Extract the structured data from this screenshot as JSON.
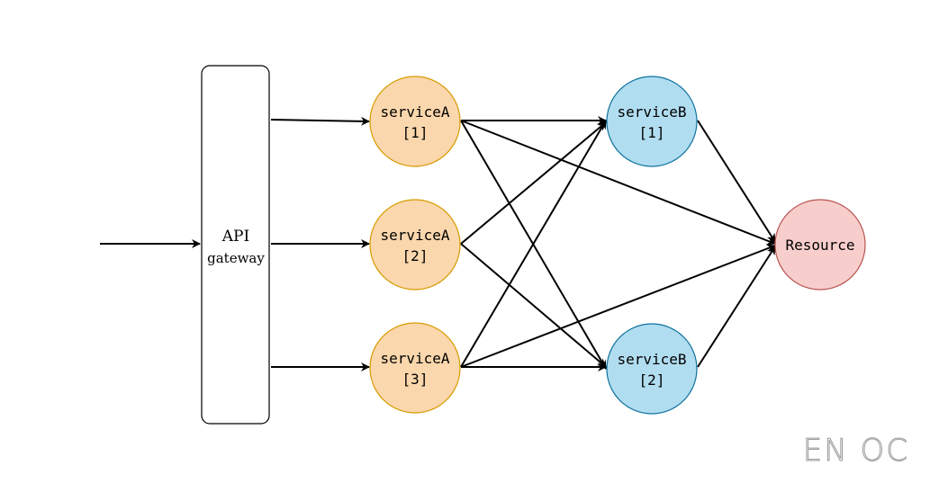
{
  "gateway": {
    "line1": "API",
    "line2": "gateway"
  },
  "nodes": {
    "serviceA1": {
      "name": "serviceA",
      "index": "[1]"
    },
    "serviceA2": {
      "name": "serviceA",
      "index": "[2]"
    },
    "serviceA3": {
      "name": "serviceA",
      "index": "[3]"
    },
    "serviceB1": {
      "name": "serviceB",
      "index": "[1]"
    },
    "serviceB2": {
      "name": "serviceB",
      "index": "[2]"
    },
    "resource": {
      "name": "Resource"
    }
  },
  "watermark": "EN OC",
  "colors": {
    "serviceA_fill": "#fad7ac",
    "serviceA_stroke": "#d79b00",
    "serviceB_fill": "#b1ddf0",
    "serviceB_stroke": "#10739e",
    "resource_fill": "#f8cecc",
    "resource_stroke": "#b85450",
    "edge": "#000000"
  }
}
